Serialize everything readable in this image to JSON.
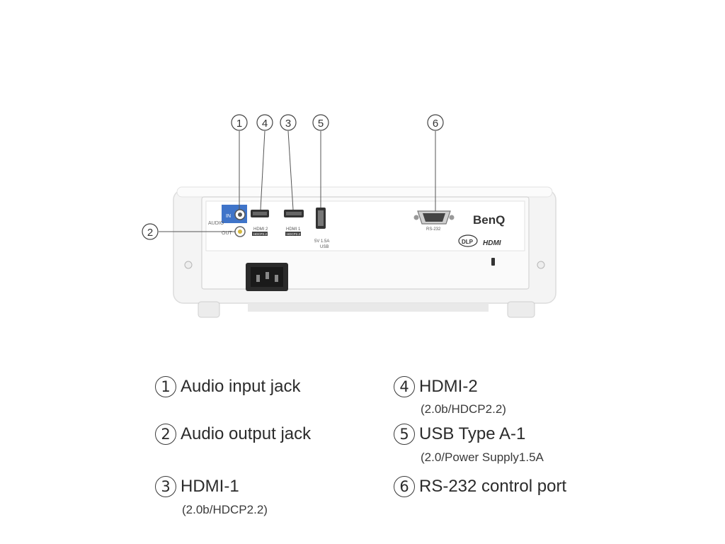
{
  "callouts": [
    {
      "num": "1"
    },
    {
      "num": "2"
    },
    {
      "num": "3"
    },
    {
      "num": "4"
    },
    {
      "num": "5"
    },
    {
      "num": "6"
    }
  ],
  "projector_panel": {
    "brand": "BenQ",
    "audio_label": "AUDIO",
    "audio_in_label": "IN",
    "audio_out_label": "OUT",
    "hdmi2_label": "HDMI 2",
    "hdmi2_sub": "HDCP2.2",
    "hdmi1_label": "HDMI 1",
    "hdmi1_sub": "HDCP2.2",
    "usb_power_label": "5V 1.5A",
    "usb_label": "USB",
    "rs232_label": "RS-232",
    "dlp_label": "DLP",
    "hdmi_logo": "HDMI",
    "accent_color": "#3f74c9"
  },
  "legend": [
    {
      "num": "1",
      "label": "Audio input jack",
      "sub": ""
    },
    {
      "num": "2",
      "label": "Audio output jack",
      "sub": ""
    },
    {
      "num": "3",
      "label": "HDMI-1",
      "sub": "(2.0b/HDCP2.2)"
    },
    {
      "num": "4",
      "label": "HDMI-2",
      "sub": "(2.0b/HDCP2.2)"
    },
    {
      "num": "5",
      "label": "USB Type A-1",
      "sub": "(2.0/Power Supply1.5A"
    },
    {
      "num": "6",
      "label": "RS-232 control port",
      "sub": ""
    }
  ]
}
